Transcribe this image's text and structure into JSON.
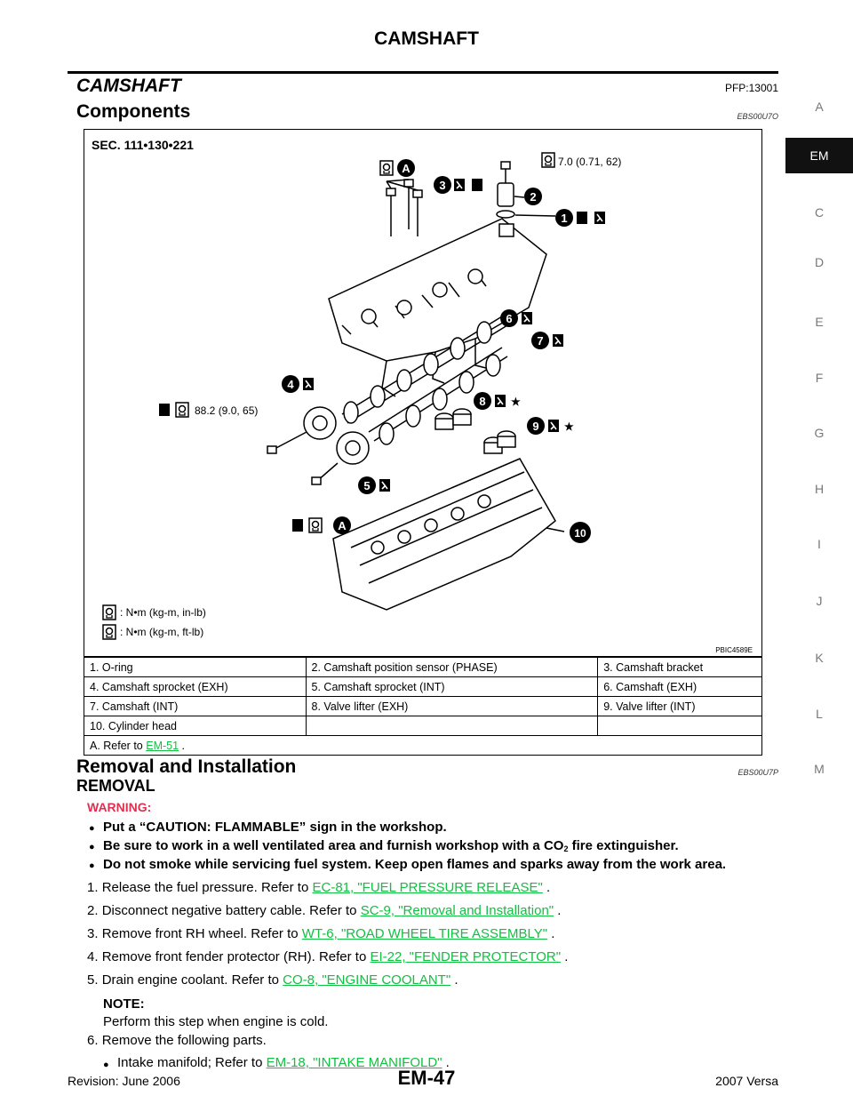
{
  "header": {
    "running_title": "CAMSHAFT"
  },
  "section": {
    "title": "CAMSHAFT",
    "pfp": "PFP:13001"
  },
  "components": {
    "title": "Components",
    "code": "EBS00U7O"
  },
  "figure": {
    "sec_label": "SEC. 111•130•221",
    "torque_1": "7.0 (0.71, 62)",
    "torque_2": "88.2 (9.0, 65)",
    "legend_1": ": N•m (kg-m, in-lb)",
    "legend_2": ": N•m (kg-m, ft-lb)",
    "figure_code": "PBIC4589E",
    "callouts": [
      "1",
      "2",
      "3",
      "4",
      "5",
      "6",
      "7",
      "8",
      "9",
      "10"
    ],
    "refs": [
      "A",
      "A"
    ],
    "star": "★"
  },
  "legend_table": [
    [
      "1.  O-ring",
      "2.  Camshaft position sensor (PHASE)",
      "3.  Camshaft bracket"
    ],
    [
      "4.  Camshaft sprocket (EXH)",
      "5.  Camshaft sprocket (INT)",
      "6.  Camshaft (EXH)"
    ],
    [
      "7.  Camshaft (INT)",
      "8.  Valve lifter (EXH)",
      "9.  Valve lifter (INT)"
    ],
    [
      "10.  Cylinder head",
      "",
      ""
    ]
  ],
  "legend_ref": {
    "prefix": "A.   Refer to",
    "link": "EM-51",
    "suffix": "."
  },
  "side_tabs": [
    "A",
    "EM",
    "C",
    "D",
    "E",
    "F",
    "G",
    "H",
    "I",
    "J",
    "K",
    "L",
    "M"
  ],
  "removal": {
    "title": "Removal and Installation",
    "code": "EBS00U7P",
    "subtitle": "REMOVAL",
    "warning_label": "WARNING:",
    "warnings": [
      "Put a “CAUTION: FLAMMABLE” sign in the workshop.",
      "Be sure to work in a well ventilated area and furnish workshop with a CO",
      "Do not smoke while servicing fuel system. Keep open flames and sparks away from the work area."
    ],
    "warning_sub": "2",
    "warning_tail": "   fire extinguisher.",
    "steps": [
      {
        "num": "1.",
        "text": "Release the fuel pressure. Refer to",
        "link": "EC-81, \"FUEL PRESSURE RELEASE\"",
        "suffix": "."
      },
      {
        "num": "2.",
        "text": "Disconnect negative battery cable. Refer to",
        "link": "SC-9, \"Removal and Installation\"",
        "suffix": "."
      },
      {
        "num": "3.",
        "text": "Remove front RH wheel. Refer to",
        "link": "WT-6, \"ROAD WHEEL TIRE ASSEMBLY\"",
        "suffix": "."
      },
      {
        "num": "4.",
        "text": "Remove front fender protector (RH). Refer to",
        "link": "EI-22, \"FENDER PROTECTOR\"",
        "suffix": "."
      },
      {
        "num": "5.",
        "text": "Drain engine coolant. Refer to",
        "link": "CO-8, \"ENGINE COOLANT\"",
        "suffix": "."
      }
    ],
    "note_label": "NOTE:",
    "note_text": "Perform this step when engine is cold.",
    "step6": {
      "num": "6.",
      "text": "Remove the following parts."
    },
    "sub_item": {
      "text": "Intake manifold; Refer to",
      "link": "EM-18, \"INTAKE MANIFOLD\"",
      "suffix": "."
    }
  },
  "footer": {
    "left": "Revision: June 2006",
    "center": "EM-47",
    "right": "2007 Versa"
  }
}
